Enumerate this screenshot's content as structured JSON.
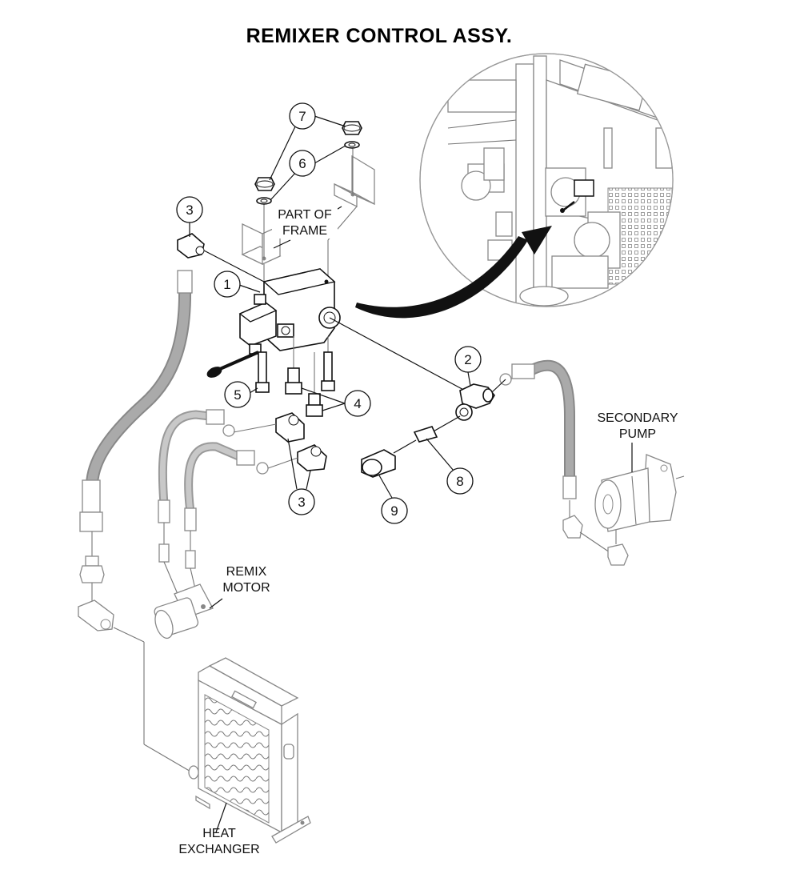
{
  "title": "REMIXER CONTROL ASSY.",
  "labels": {
    "part_of_frame_1": "PART OF",
    "part_of_frame_2": "FRAME",
    "secondary_pump_1": "SECONDARY",
    "secondary_pump_2": "PUMP",
    "remix_motor_1": "REMIX",
    "remix_motor_2": "MOTOR",
    "heat_exchanger_1": "HEAT",
    "heat_exchanger_2": "EXCHANGER"
  },
  "callouts": [
    "1",
    "2",
    "3",
    "3",
    "4",
    "5",
    "6",
    "7",
    "8",
    "9"
  ]
}
